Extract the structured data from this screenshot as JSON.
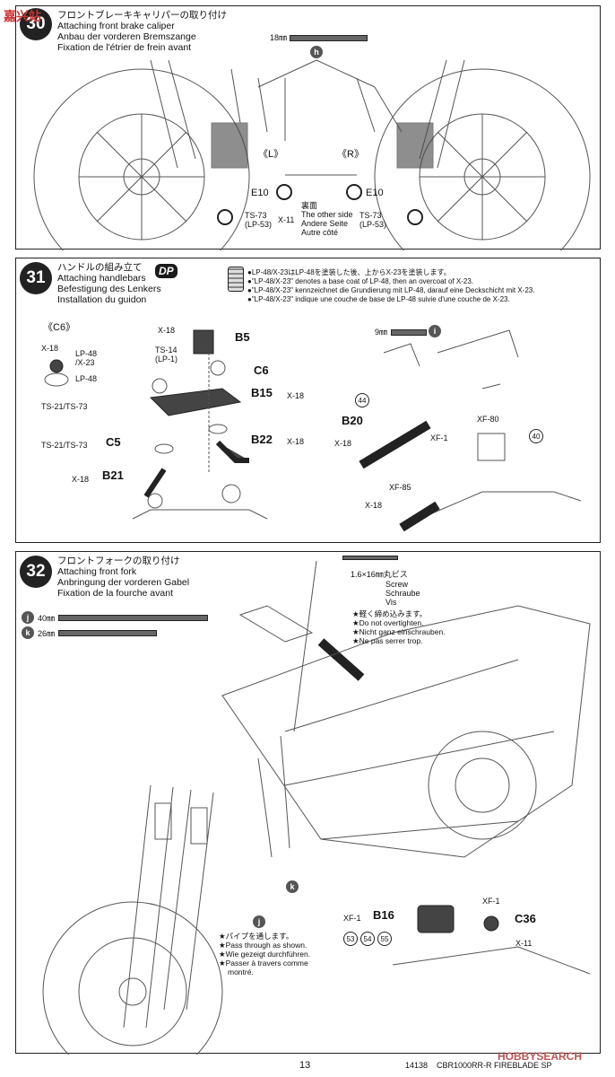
{
  "watermark_top": "嘉兴站",
  "step30": {
    "num": "30",
    "titles": [
      "フロントブレーキキャリパーの取り付け",
      "Attaching front brake caliper",
      "Anbau der vorderen Bremszange",
      "Fixation de l'étrier de frein avant"
    ],
    "dim_18": "18㎜",
    "bubble_h": "h",
    "left_label": "《L》",
    "right_label": "《R》",
    "e10_left": "E10",
    "e10_right": "E10",
    "ts73_left": [
      "TS-73",
      "(LP-53)"
    ],
    "x11": "X-11",
    "other_side": [
      "裏面",
      "The other side",
      "Andere Seite",
      "Autre côté"
    ],
    "ts73_right": [
      "TS-73",
      "(LP-53)"
    ]
  },
  "step31": {
    "num": "31",
    "titles": [
      "ハンドルの組み立て",
      "Attaching handlebars",
      "Befestigung des Lenkers",
      "Installation du guidon"
    ],
    "dp_badge": "DP",
    "paint_notes": [
      "●LP-48/X-23はLP-48を塗装した後、上からX-23を塗装します。",
      "●\"LP-48/X-23\" denotes a base coat of LP-48, then an overcoat of X-23.",
      "●\"LP-48/X-23\" kennzeichnet die Grundierung mit LP-48, darauf eine Deckschicht mit X-23.",
      "●\"LP-48/X-23\" indique une couche de base de LP-48 suivie d'une couche de X-23."
    ],
    "c6_group": "《C6》",
    "labels": {
      "x18_a": "X-18",
      "lp48_x23": [
        "LP-48",
        "/X-23"
      ],
      "lp48": "LP-48",
      "ts21_ts73_a": "TS-21/TS-73",
      "x18_b": "X-18",
      "b5": "B5",
      "ts14": [
        "TS-14",
        "(LP-1)"
      ],
      "c6": "C6",
      "b15": "B15",
      "x18_c": "X-18",
      "ts21_ts73_b": "TS-21/TS-73",
      "c5": "C5",
      "b22": "B22",
      "x18_d": "X-18",
      "x18_e": "X-18",
      "b21": "B21",
      "dim_9": "9㎜",
      "bubble_i": "i",
      "num_44": "44",
      "b20": "B20",
      "xf1": "XF-1",
      "x18_f": "X-18",
      "xf85": "XF-85",
      "x18_g": "X-18",
      "xf80": "XF-80",
      "num_40": "40"
    }
  },
  "step32": {
    "num": "32",
    "titles": [
      "フロントフォークの取り付け",
      "Attaching front fork",
      "Anbringung der vorderen Gabel",
      "Fixation de la fourche avant"
    ],
    "screw_size": "1.6×16㎜丸ビス",
    "screw_names": [
      "Screw",
      "Schraube",
      "Vis"
    ],
    "warnings": [
      "★軽く締め込みます。",
      "★Do not overtighten.",
      "★Nicht ganz einschrauben.",
      "★Ne pas serrer trop."
    ],
    "bubble_j": "j",
    "dim_40": "40㎜",
    "bubble_k": "k",
    "dim_26": "26㎜",
    "route_notes": [
      "★パイプを通します。",
      "★Pass through as shown.",
      "★Wie gezeigt durchführen.",
      "★Passer à travers comme",
      "montré."
    ],
    "label_j": "j",
    "label_k": "k",
    "xf1_a": "XF-1",
    "b16": "B16",
    "decals": [
      "53",
      "54",
      "55"
    ],
    "xf1_b": "XF-1",
    "c36": "C36",
    "x11": "X-11"
  },
  "footer": {
    "page": "13",
    "code": "14138",
    "model": "CBR1000RR-R FIREBLADE SP",
    "watermark": "HOBBYSEARCH"
  }
}
